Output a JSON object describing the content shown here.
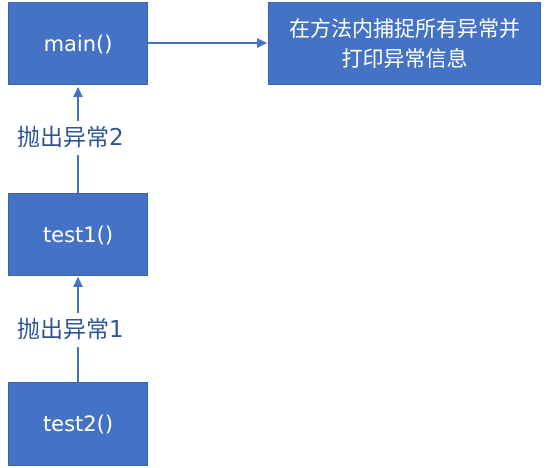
{
  "nodes": {
    "main": "main()",
    "test1": "test1()",
    "test2": "test2()",
    "note": "在方法内捕捉所有异常并打印异常信息"
  },
  "edges": {
    "test2_to_test1": "抛出异常1",
    "test1_to_main": "抛出异常2",
    "main_to_note": ""
  },
  "colors": {
    "node_fill": "#4472c4",
    "node_text": "#ffffff",
    "connector": "#4472c4",
    "label_text": "#2f5496"
  }
}
